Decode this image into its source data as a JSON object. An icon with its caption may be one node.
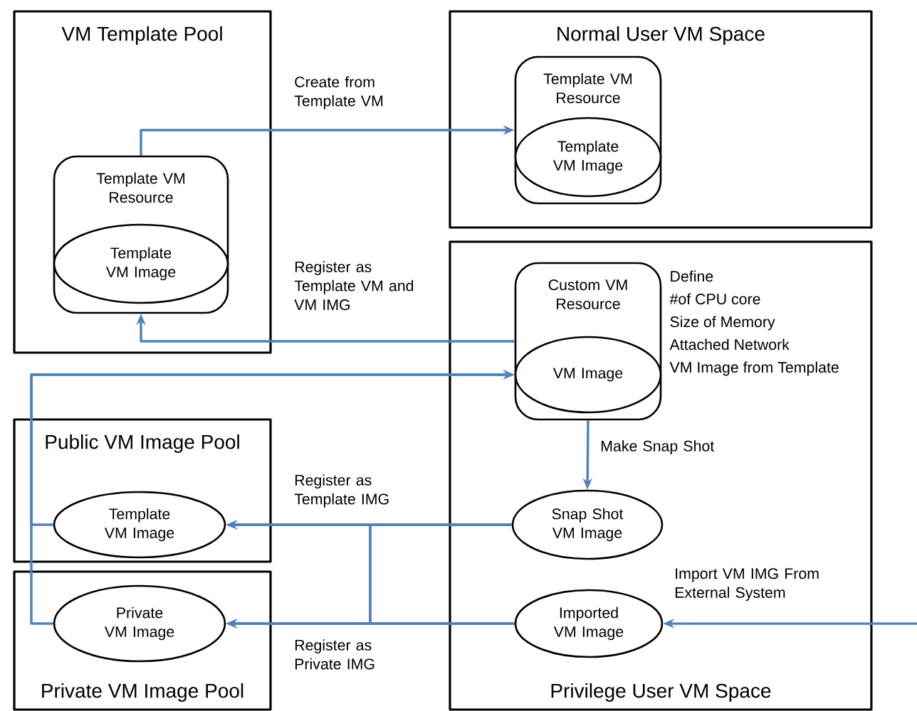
{
  "diagram": {
    "nodes": [
      {
        "text": [
          "VM Template Pool"
        ]
      },
      {
        "text": [
          "Template VM Resource"
        ],
        "in": 0
      },
      {
        "text": [
          "Template VM Image"
        ],
        "in": 1
      },
      {
        "text": [
          "Normal User VM Space"
        ]
      },
      {
        "text": [
          "Template VM Resource"
        ],
        "in": 3
      },
      {
        "text": [
          "Template VM Image"
        ],
        "in": 4
      },
      {
        "text": [
          "Privilege User VM Space"
        ]
      },
      {
        "text": [
          "Custom VM Resource"
        ],
        "in": 6,
        "beside": [
          "Define",
          "#of CPU core",
          "Size of Memory",
          "Attached Network",
          "VM Image from Template"
        ]
      },
      {
        "text": [
          "VM Image"
        ],
        "in": 7
      },
      {
        "text": [
          "Snap Shot VM Image"
        ],
        "in": 6
      },
      {
        "text": [
          "Imported VM Image"
        ],
        "in": 6
      },
      {
        "text": [
          "Public VM Image Pool"
        ]
      },
      {
        "text": [
          "Template VM Image"
        ],
        "in": 11
      },
      {
        "text": [
          "Private VM Image Pool"
        ]
      },
      {
        "text": [
          "Private VM Image"
        ],
        "in": 13
      }
    ],
    "edges": [
      {
        "from": 1,
        "to": 4,
        "arrow": "to",
        "label": "Create from Template VM"
      },
      {
        "from": 7,
        "to": 1,
        "arrow": "to",
        "label": "Register as Template VM and VM IMG"
      },
      {
        "from": 12,
        "to": 8,
        "arrow": "to"
      },
      {
        "from": 14,
        "to": 8,
        "arrow": "to"
      },
      {
        "from": 7,
        "to": 9,
        "arrow": "to",
        "label": "Make Snap Shot"
      },
      {
        "from": 9,
        "to": 12,
        "arrow": "to",
        "label": "Register as Template IMG"
      },
      {
        "from": 9,
        "to": 14,
        "arrow": "to"
      },
      {
        "from": 10,
        "to": 14,
        "arrow": "to",
        "label": "Register as Private IMG"
      },
      {
        "from": 10,
        "to": 12,
        "arrow": "to"
      },
      {
        "from": null,
        "to": 10,
        "arrow": "to",
        "label": "Import VM IMG From External System"
      }
    ]
  }
}
